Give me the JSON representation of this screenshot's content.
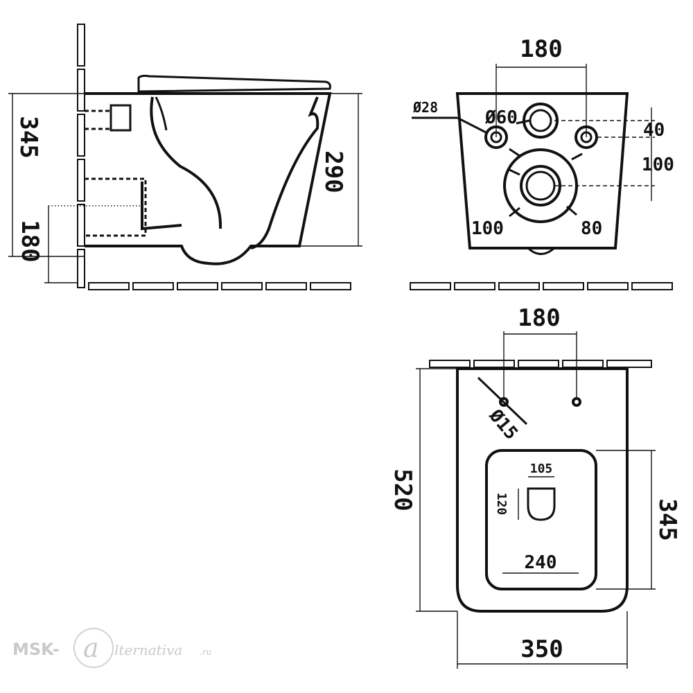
{
  "side_view": {
    "height_total": "345",
    "height_outlet": "180",
    "height_bowl": "290"
  },
  "rear_view": {
    "bolt_spacing": "180",
    "dia_small": "Ø28",
    "dia_inlet": "Ø60",
    "offset_inlet": "40",
    "offset_outlet": "100",
    "outlet_left": "100",
    "outlet_right": "80"
  },
  "top_view": {
    "bolt_spacing": "180",
    "dia_bolt": "Ø15",
    "depth": "520",
    "rim_depth": "345",
    "hole_width": "105",
    "hole_depth": "120",
    "inner_width": "240",
    "width": "350"
  },
  "watermark": {
    "left": "MSK-",
    "mark": "a",
    "right": "lternativa",
    "tld": ".ru"
  }
}
